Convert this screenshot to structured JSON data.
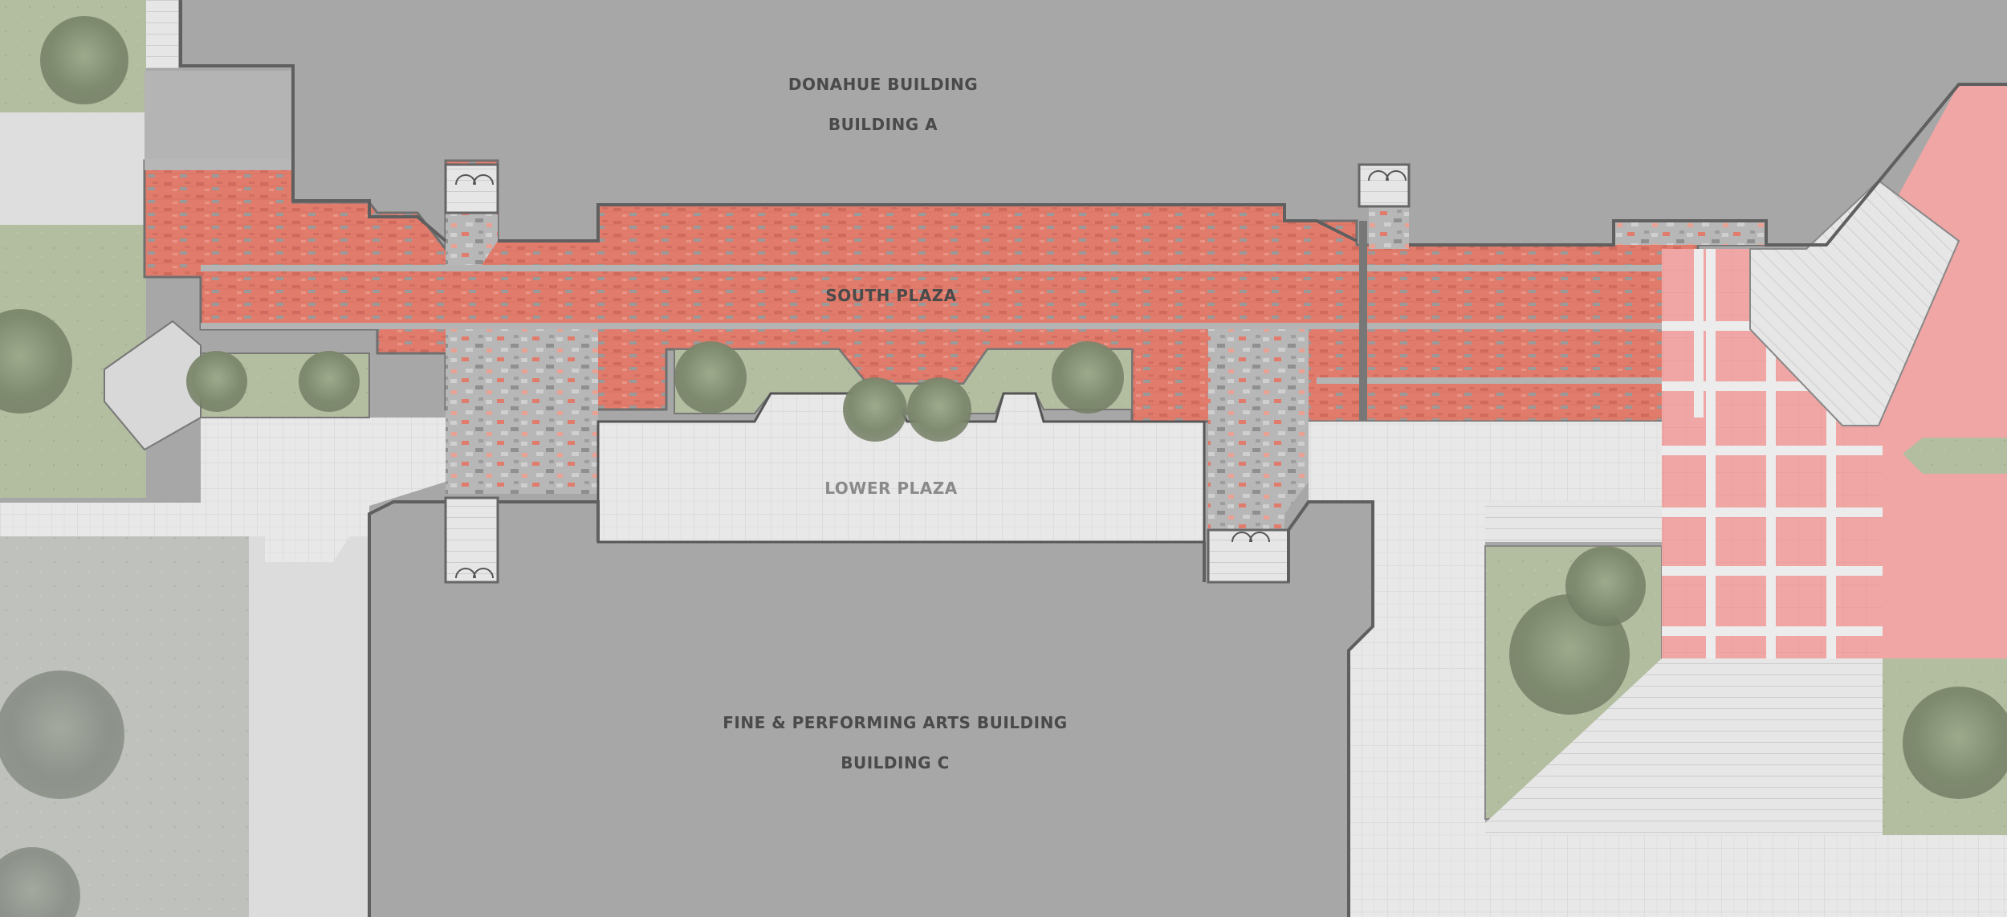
{
  "labels": {
    "donahue": "DONAHUE BUILDING",
    "building_a": "BUILDING A",
    "south_plaza": "SOUTH PLAZA",
    "lower_plaza": "LOWER PLAZA",
    "fine_arts": "FINE & PERFORMING ARTS BUILDING",
    "building_c": "BUILDING C"
  },
  "colors": {
    "building": "#a7a7a7",
    "brick": "#e17c6c",
    "grey_paver": "#b7b7b7",
    "pale_paving": "#e8e8e8",
    "lawn": "#b3bda0",
    "pink_plaza": "#efa6a4",
    "label_dark": "#4a4a4a",
    "label_light": "#8a8a8a"
  }
}
